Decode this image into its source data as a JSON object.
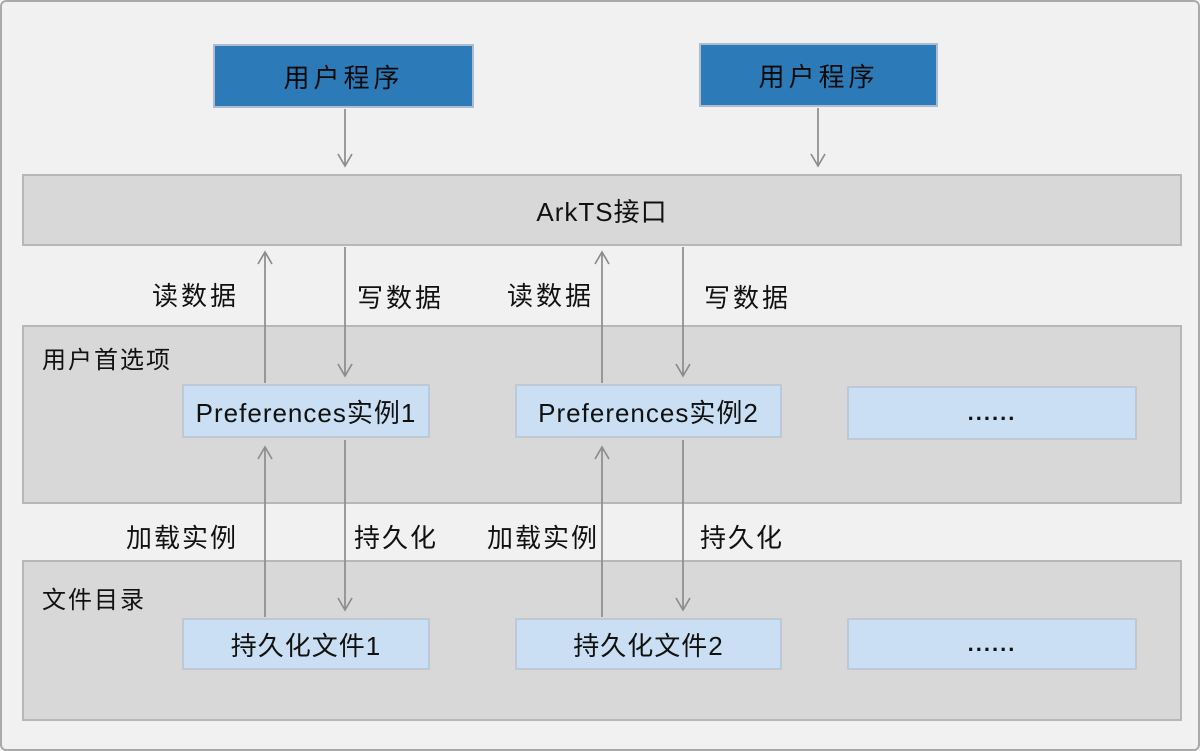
{
  "user_programs": [
    {
      "label": "用户程序"
    },
    {
      "label": "用户程序"
    }
  ],
  "arkts_bar": {
    "label": "ArkTS接口"
  },
  "band1_labels": [
    {
      "label": "读数据"
    },
    {
      "label": "写数据"
    },
    {
      "label": "读数据"
    },
    {
      "label": "写数据"
    }
  ],
  "preferences_panel": {
    "title": "用户首选项",
    "boxes": [
      {
        "label": "Preferences实例1"
      },
      {
        "label": "Preferences实例2"
      },
      {
        "label": "......"
      }
    ]
  },
  "band2_labels": [
    {
      "label": "加载实例"
    },
    {
      "label": "持久化"
    },
    {
      "label": "加载实例"
    },
    {
      "label": "持久化"
    }
  ],
  "files_panel": {
    "title": "文件目录",
    "boxes": [
      {
        "label": "持久化文件1"
      },
      {
        "label": "持久化文件2"
      },
      {
        "label": "......"
      }
    ]
  },
  "colors": {
    "primary_blue": "#2d7ab8",
    "light_blue": "#cadff3",
    "panel_gray": "#d8d8d9",
    "arrow_gray": "#8c8c8c",
    "canvas_bg": "#f1f1f2"
  }
}
